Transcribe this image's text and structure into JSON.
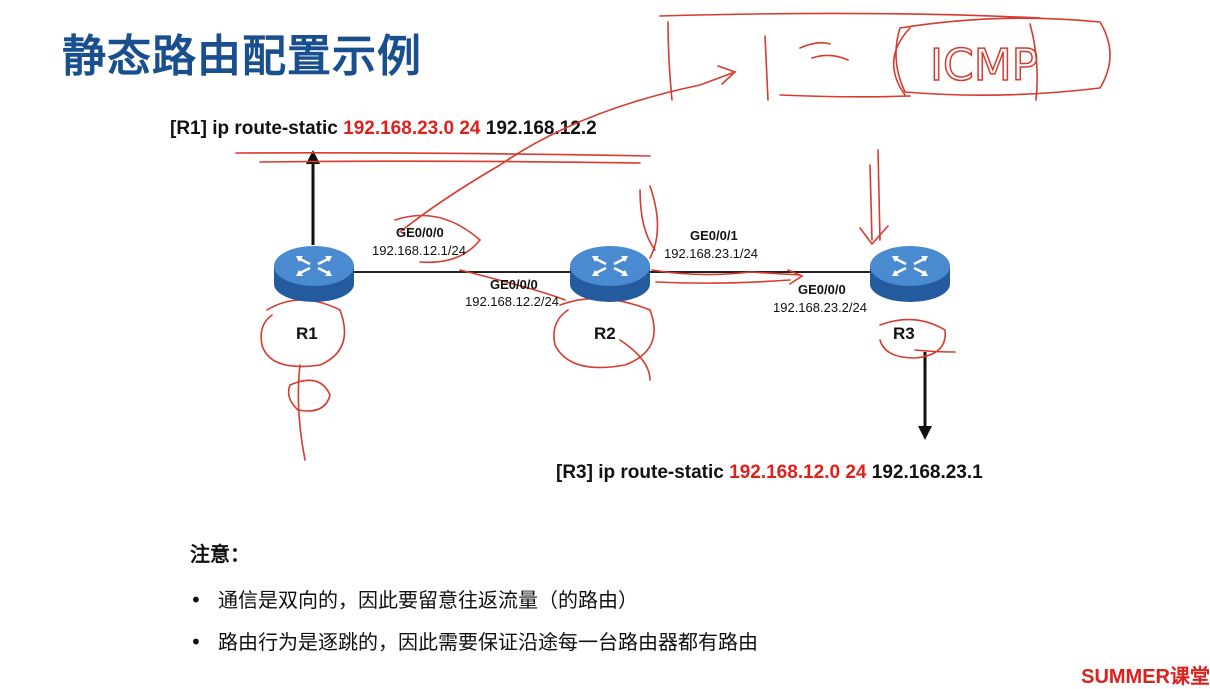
{
  "title": "静态路由配置示例",
  "r1_command": {
    "prefix": "[R1] ip route-static",
    "dest": "192.168.23.0 24",
    "nexthop": "192.168.12.2"
  },
  "r3_command": {
    "prefix": "[R3] ip route-static",
    "dest": "192.168.12.0 24",
    "nexthop": "192.168.23.1"
  },
  "routers": [
    {
      "name": "R1"
    },
    {
      "name": "R2"
    },
    {
      "name": "R3"
    }
  ],
  "interfaces": {
    "r1_g000": {
      "name": "GE0/0/0",
      "ip": "192.168.12.1/24"
    },
    "r2_g000": {
      "name": "GE0/0/0",
      "ip": "192.168.12.2/24"
    },
    "r2_g001": {
      "name": "GE0/0/1",
      "ip": "192.168.23.1/24"
    },
    "r3_g000": {
      "name": "GE0/0/0",
      "ip": "192.168.23.2/24"
    }
  },
  "notes": {
    "title": "注意：",
    "items": [
      "通信是双向的，因此要留意往返流量（的路由）",
      "路由行为是逐跳的，因此需要保证沿途每一台路由器都有路由"
    ]
  },
  "annotations": {
    "handwriting": "ICMP"
  },
  "brand": "SUMMER课堂",
  "colors": {
    "title": "#1a4f8f",
    "accent_red": "#e0201b",
    "router_blue": "#2f6db5"
  }
}
